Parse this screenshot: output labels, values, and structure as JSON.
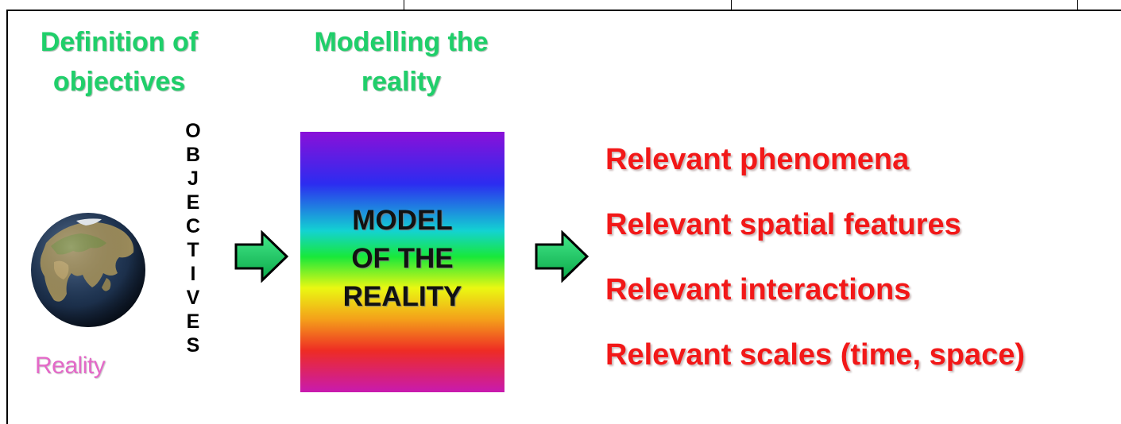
{
  "headings": {
    "definition": [
      "Definition of",
      "objectives"
    ],
    "modelling": [
      "Modelling the",
      "reality"
    ]
  },
  "reality": {
    "label": "Reality",
    "icon": "globe-earth-icon"
  },
  "objectives_letters": [
    "O",
    "B",
    "J",
    "E",
    "C",
    "T",
    "I",
    "V",
    "E",
    "S"
  ],
  "arrows": {
    "icon": "right-arrow-icon",
    "color": "#12cc5c"
  },
  "model": {
    "lines": [
      "MODEL",
      "OF THE",
      "REALITY"
    ]
  },
  "relevant_items": [
    "Relevant phenomena",
    "Relevant spatial features",
    "Relevant interactions",
    "Relevant scales (time, space)"
  ],
  "colors": {
    "heading": "#1fcf6a",
    "relevant": "#f21818",
    "reality_label": "#e468c8",
    "objectives": "#000000"
  }
}
